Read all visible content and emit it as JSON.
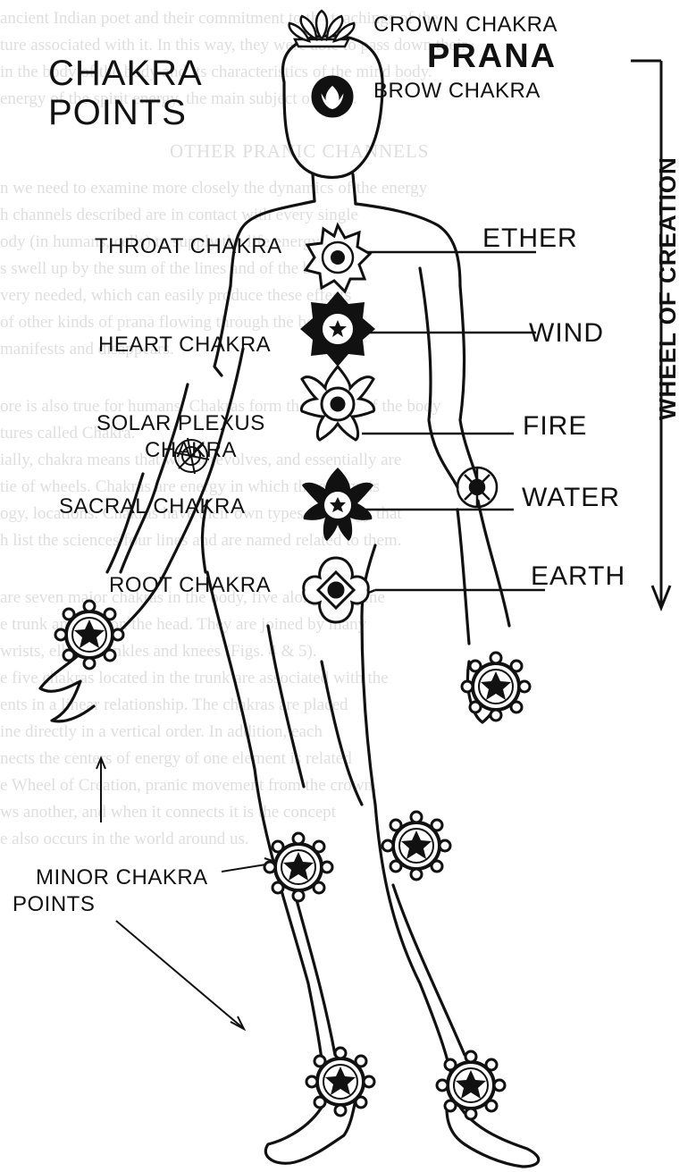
{
  "header": {
    "title_line1": "CHAKRA",
    "title_line2": "POINTS",
    "prana": "PRANA",
    "wheel": "WHEEL OF CREATION"
  },
  "chakras": {
    "crown": "CROWN CHAKRA",
    "brow": "BROW CHAKRA",
    "throat": "THROAT CHAKRA",
    "heart": "HEART CHAKRA",
    "solar_1": "SOLAR PLEXUS",
    "solar_2": "CHAKRA",
    "sacral": "SACRAL CHAKRA",
    "root": "ROOT CHAKRA"
  },
  "elements": {
    "ether": "ETHER",
    "wind": "WIND",
    "fire": "FIRE",
    "water": "WATER",
    "earth": "EARTH"
  },
  "minor": {
    "line1": "MINOR CHAKRA",
    "line2": "POINTS"
  },
  "background_text": {
    "heading": "OTHER PRANIC CHANNELS",
    "lines": [
      "ancient Indian poet and their commitment to the teachings of the",
      "ture associated with it. In this way, they were able to pass down their",
      "in the body of the body and its characteristics of the mind body.",
      "energy of the spirit energy, the main subject of yoga.",
      "",
      "",
      "n we need to examine more closely the dynamics of the energy",
      "h channels described are in contact with every single",
      "ody (in humans, cells) to supply the life energy.",
      "s swell up by the sum of the lines and of the body.",
      "very needed, which can easily produce these effects",
      "of other kinds of prana flowing through the body,",
      "manifests and disappears.",
      "",
      "",
      "ore is also true for humans. Chakras form the centers of the body",
      "tures called Chakra.",
      "ially, chakra means that which revolves, and essentially are",
      "tie of wheels. Chakras are energy in which the energy is",
      "ogy, locations. Chakras have their own types of energy that",
      "h list the sciences four lines and are named related to them.",
      "",
      "are seven major chakras in the body, five along the spine",
      "e trunk and two on the head. They are joined by many",
      "wrists, elbows, ankles and knees (Figs. 4 & 5).",
      "e five chakras located in the trunk are associated with the",
      "ents in a linear relationship. The chakras are placed",
      "ine directly in a vertical order. In addition, each",
      "nects the centers of energy of one element is related",
      "e Wheel of Creation, pranic movement from the crown,",
      "ws another, and when it connects it is the concept",
      "e also occurs in the world around us."
    ]
  }
}
